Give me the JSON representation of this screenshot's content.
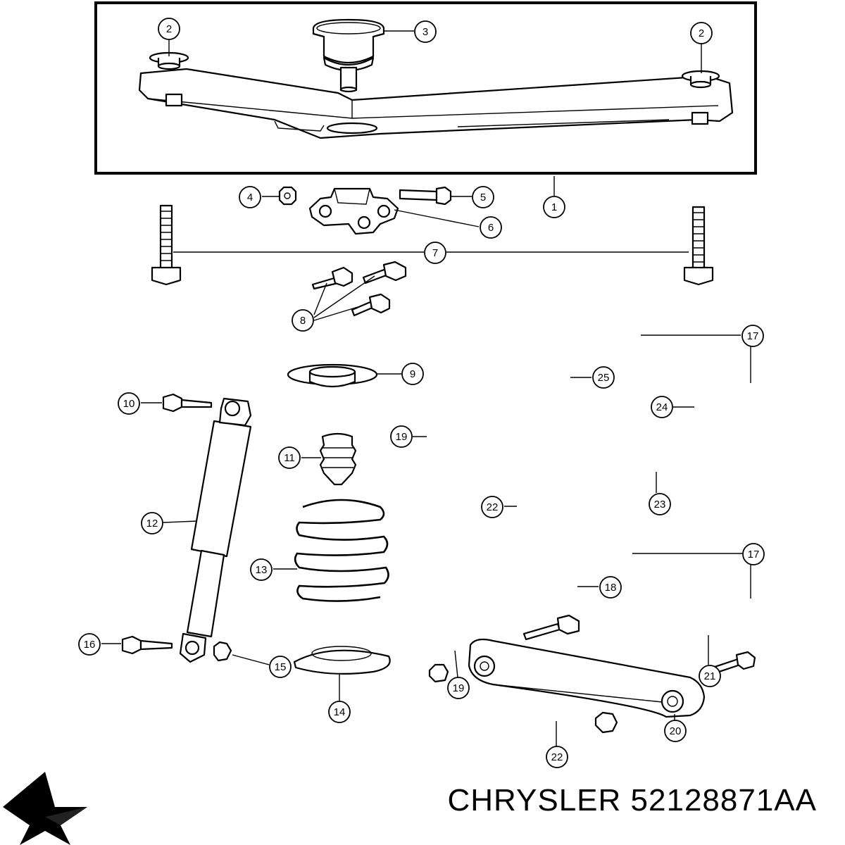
{
  "callouts": {
    "c1": "1",
    "c2a": "2",
    "c2b": "2",
    "c3": "3",
    "c4": "4",
    "c5": "5",
    "c6": "6",
    "c7": "7",
    "c8": "8",
    "c9": "9",
    "c10": "10",
    "c11": "11",
    "c12": "12",
    "c13": "13",
    "c14": "14",
    "c15": "15",
    "c16": "16",
    "c17a": "17",
    "c17b": "17",
    "c18": "18",
    "c19a": "19",
    "c19b": "19",
    "c20": "20",
    "c21": "21",
    "c22a": "22",
    "c22b": "22",
    "c23": "23",
    "c24": "24",
    "c25": "25"
  },
  "caption": {
    "text": "CHRYSLER 52128871AA"
  },
  "logo": {
    "icon": "pentastar-logo-icon"
  },
  "colors": {
    "ink": "#000000",
    "paper": "#ffffff"
  }
}
